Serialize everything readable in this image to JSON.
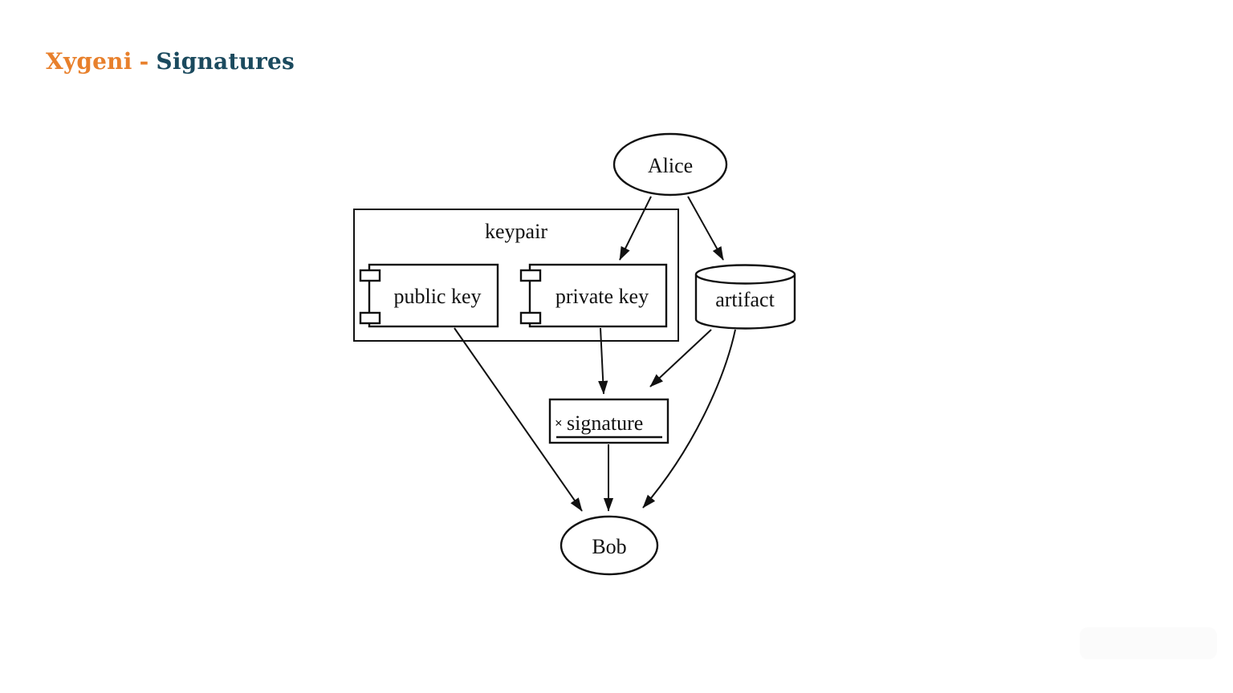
{
  "header": {
    "brand": "Xygeni",
    "separator": "-",
    "title": "Signatures",
    "brand_color": "#E8802C",
    "title_color": "#1B4A5E"
  },
  "diagram": {
    "stroke_color": "#111111",
    "background_color": "#ffffff",
    "cluster": {
      "label": "keypair"
    },
    "nodes": {
      "alice": {
        "label": "Alice",
        "shape": "ellipse"
      },
      "public_key": {
        "label": "public key",
        "shape": "component"
      },
      "private_key": {
        "label": "private key",
        "shape": "component"
      },
      "artifact": {
        "label": "artifact",
        "shape": "cylinder"
      },
      "signature": {
        "label": "signature",
        "mark": "×",
        "shape": "signature"
      },
      "bob": {
        "label": "Bob",
        "shape": "ellipse"
      }
    },
    "edges": [
      {
        "from": "Alice",
        "to": "private key"
      },
      {
        "from": "Alice",
        "to": "artifact"
      },
      {
        "from": "private key",
        "to": "signature"
      },
      {
        "from": "artifact",
        "to": "signature"
      },
      {
        "from": "public key",
        "to": "Bob"
      },
      {
        "from": "signature",
        "to": "Bob"
      },
      {
        "from": "artifact",
        "to": "Bob"
      }
    ]
  }
}
